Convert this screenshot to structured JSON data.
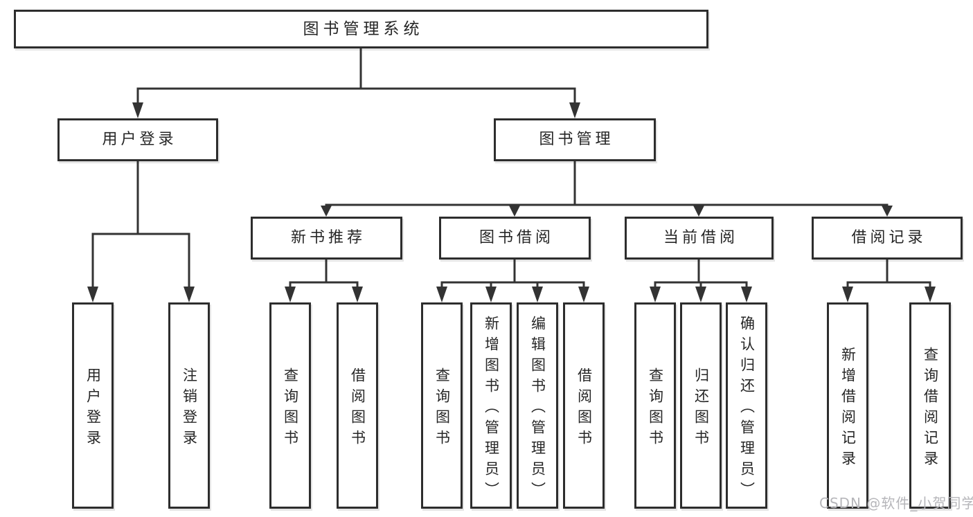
{
  "diagram": {
    "type": "hierarchy",
    "tree": {
      "label": "图书管理系统",
      "children": [
        {
          "label": "用户登录",
          "children": [
            {
              "label": "用户登录"
            },
            {
              "label": "注销登录"
            }
          ]
        },
        {
          "label": "图书管理",
          "children": [
            {
              "label": "新书推荐",
              "children": [
                {
                  "label": "查询图书"
                },
                {
                  "label": "借阅图书"
                }
              ]
            },
            {
              "label": "图书借阅",
              "children": [
                {
                  "label": "查询图书"
                },
                {
                  "label": "新增图书（管理员）"
                },
                {
                  "label": "编辑图书（管理员）"
                },
                {
                  "label": "借阅图书"
                }
              ]
            },
            {
              "label": "当前借阅",
              "children": [
                {
                  "label": "查询图书"
                },
                {
                  "label": "归还图书"
                },
                {
                  "label": "确认归还（管理员）"
                }
              ]
            },
            {
              "label": "借阅记录",
              "children": [
                {
                  "label": "新增借阅记录"
                },
                {
                  "label": "查询借阅记录"
                }
              ]
            }
          ]
        }
      ]
    },
    "watermark": "CSDN @软件_小贺同学",
    "colors": {
      "line": "#333333",
      "text": "#262626",
      "box_background": "#ffffff",
      "watermark": "#b6b6ba",
      "background": "#ffffff"
    }
  }
}
